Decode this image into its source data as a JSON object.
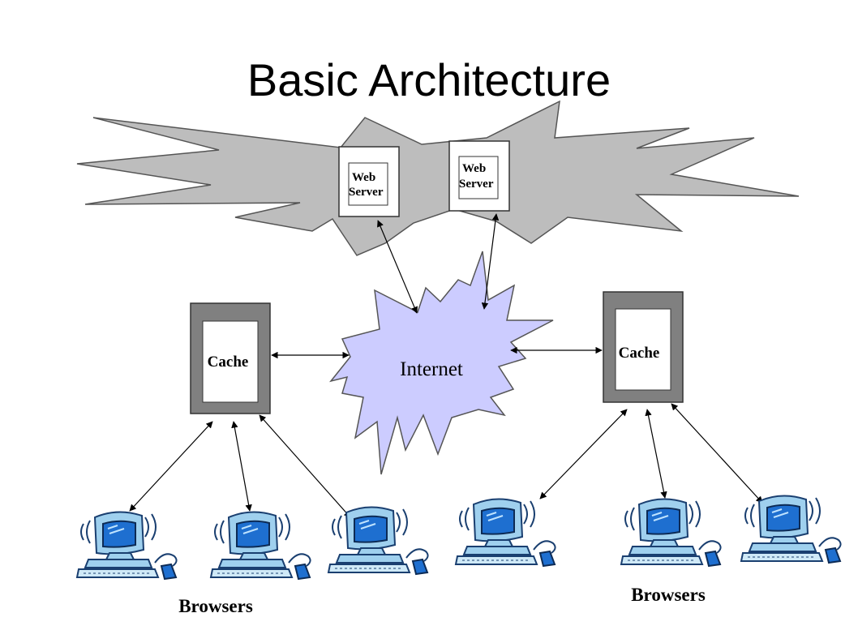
{
  "title": "Basic Architecture",
  "servers": [
    {
      "line1": "Web",
      "line2": "Server"
    },
    {
      "line1": "Web",
      "line2": "Server"
    }
  ],
  "internet_label": "Internet",
  "caches": [
    {
      "label": "Cache"
    },
    {
      "label": "Cache"
    }
  ],
  "browser_groups": [
    {
      "label": "Browsers"
    },
    {
      "label": "Browsers"
    }
  ],
  "colors": {
    "server_cloud": "#bdbdbd",
    "internet_star": "#ccccff",
    "cache_frame": "#808080",
    "monitor_blue": "#1e6fd0",
    "computer_light": "#9fd0ee"
  }
}
